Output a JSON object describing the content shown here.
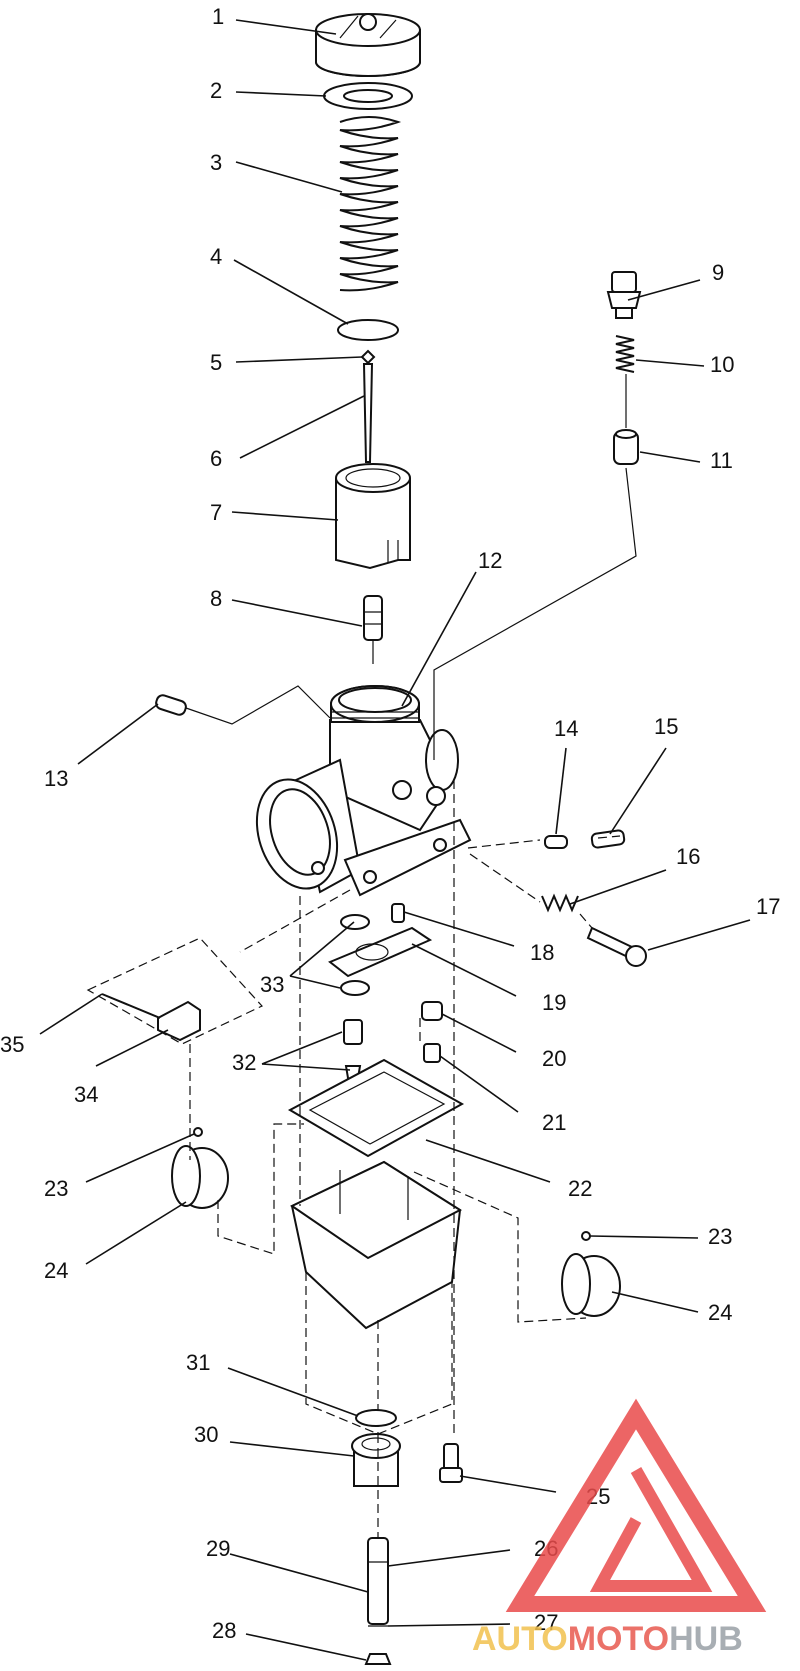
{
  "callouts": [
    "1",
    "2",
    "3",
    "4",
    "5",
    "6",
    "7",
    "8",
    "9",
    "10",
    "11",
    "12",
    "13",
    "14",
    "15",
    "16",
    "17",
    "18",
    "19",
    "20",
    "21",
    "22",
    "23",
    "24",
    "25",
    "26",
    "27",
    "28",
    "29",
    "30",
    "31",
    "32",
    "33",
    "34",
    "35"
  ],
  "watermark": {
    "brand_auto": "AUTO",
    "brand_moto": "MOTO",
    "brand_hub": "HUB",
    "color_auto": "#f2c14e",
    "color_moto": "#e85a4f",
    "color_hub": "#9aa0a6",
    "logo_color": "#e94b4b"
  }
}
